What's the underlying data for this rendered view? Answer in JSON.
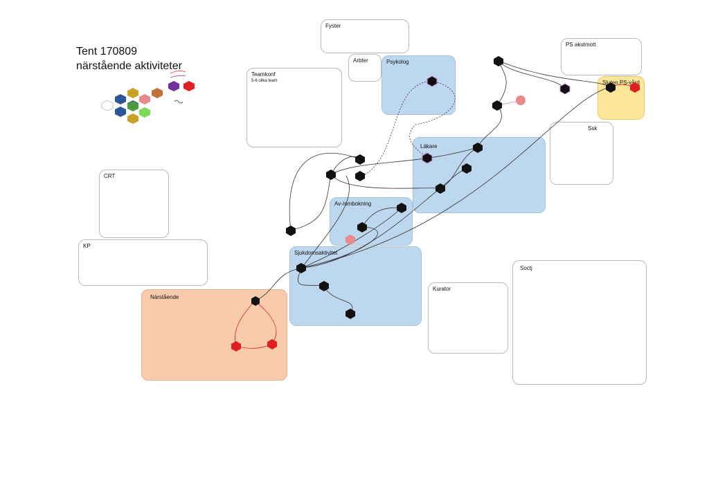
{
  "title": {
    "line1": "Tent 170809",
    "line2": "närstående aktiviteter"
  },
  "areas": {
    "fyster": "Fyster",
    "arbter": "Arbter",
    "psykolog": "Psykolog",
    "teamkonf": "Teamkonf",
    "teamkonf_sub": "5-6 olika team",
    "ps_akutmott": "PS akutmott",
    "sluten_ps_vard": "Sluten PS-vård",
    "ssk": "Ssk",
    "lakare": "Läkare",
    "crt": "CRT",
    "av_ombokning": "Av-/ombokning",
    "kp": "KP",
    "sjukdomsaktivitet": "Sjukdomsaktivitet",
    "narstaende": "Närstående",
    "kurator": "Kurator",
    "soctj": "Soctj"
  },
  "colors": {
    "blue_area": "#bdd7ee",
    "orange_area": "#f8cbad",
    "yellow_area": "#ffe699",
    "node_black": "#111111",
    "node_red": "#e02020",
    "node_pink": "#e88a8a",
    "connector_red": "#e03030",
    "connector_black": "#333333"
  },
  "legend_icons": [
    "hexagon-outline-icon",
    "hexagon-blue-icon",
    "hexagon-yellow-icon",
    "hexagon-pink-icon",
    "hexagon-orange-icon",
    "hexagon-green-icon",
    "hexagon-purple-icon",
    "hexagon-red-icon"
  ]
}
